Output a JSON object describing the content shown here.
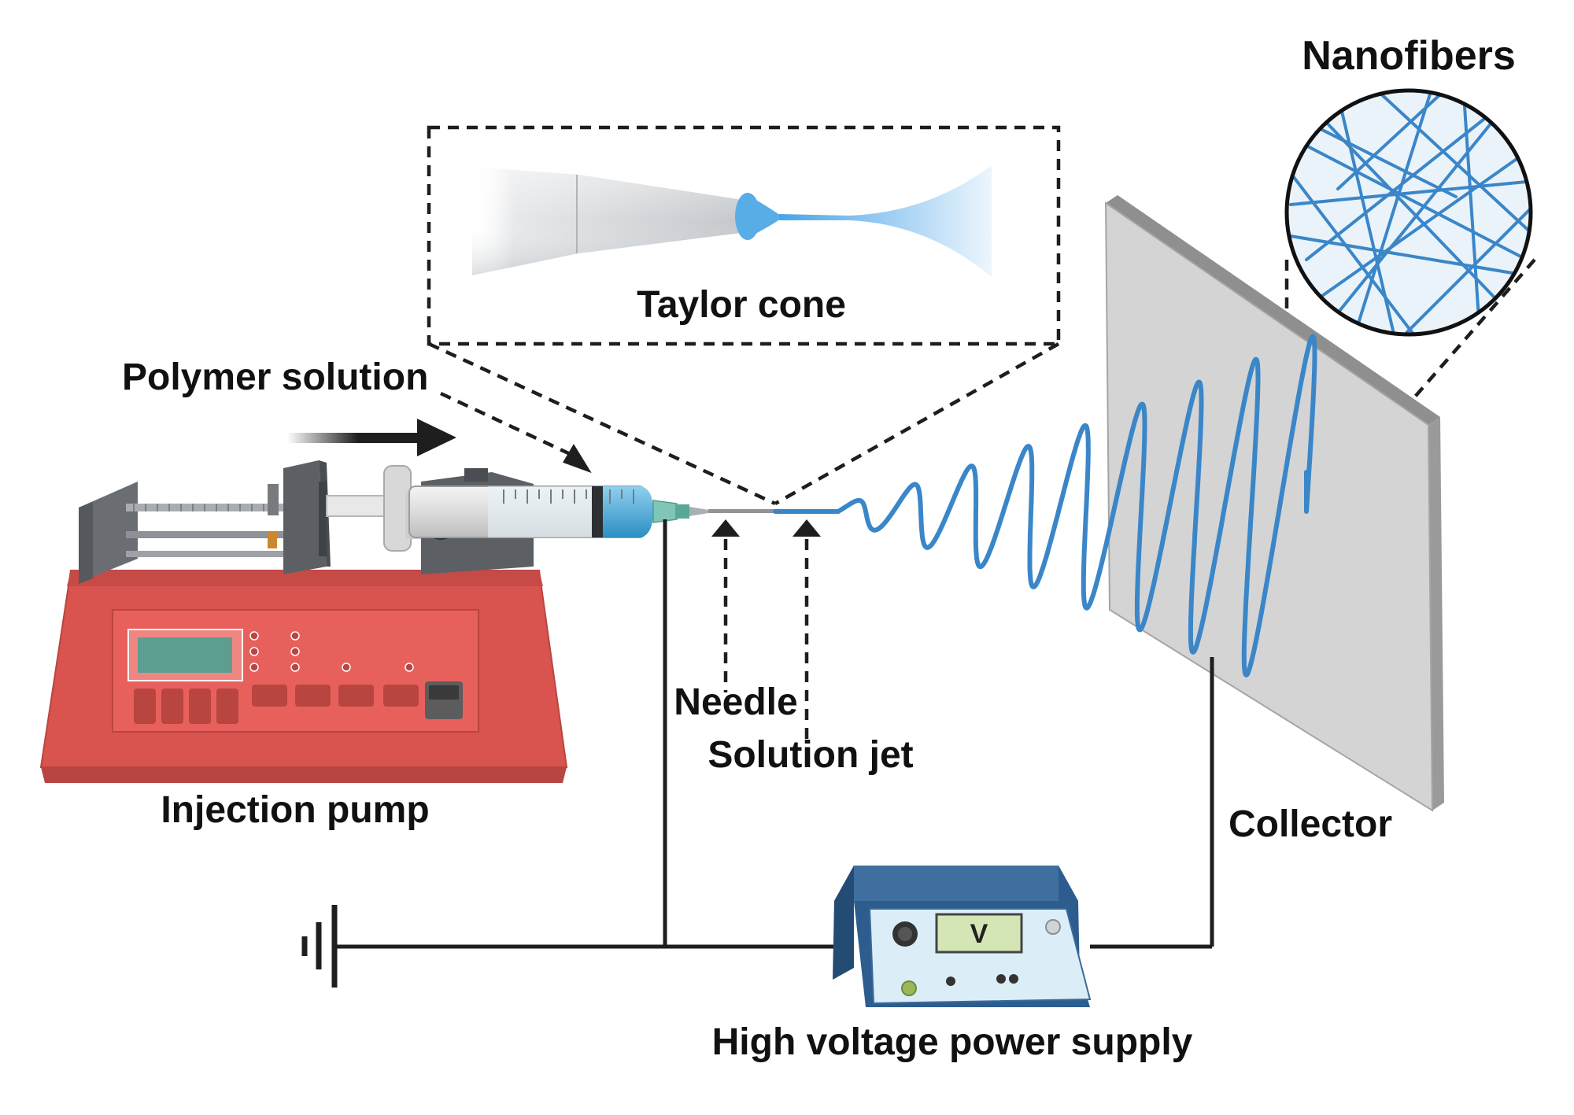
{
  "labels": {
    "nanofibers": "Nanofibers",
    "taylor_cone": "Taylor cone",
    "polymer_solution": "Polymer solution",
    "needle": "Needle",
    "solution_jet": "Solution jet",
    "injection_pump": "Injection pump",
    "collector": "Collector",
    "power_supply": "High voltage power supply",
    "voltmeter": "V"
  },
  "colors": {
    "pump_body": "#d9534f",
    "pump_panel": "#e8605c",
    "pump_screen": "#5d9e91",
    "fiber_blue": "#3a86c8",
    "collector_gray": "#d4d4d4",
    "supply_blue": "#2c5d8e",
    "supply_panel": "#dbeef8",
    "wire": "#1e1e1e"
  },
  "icons": [
    "ground-symbol-icon",
    "voltmeter-display-icon",
    "direction-arrow-icon"
  ]
}
